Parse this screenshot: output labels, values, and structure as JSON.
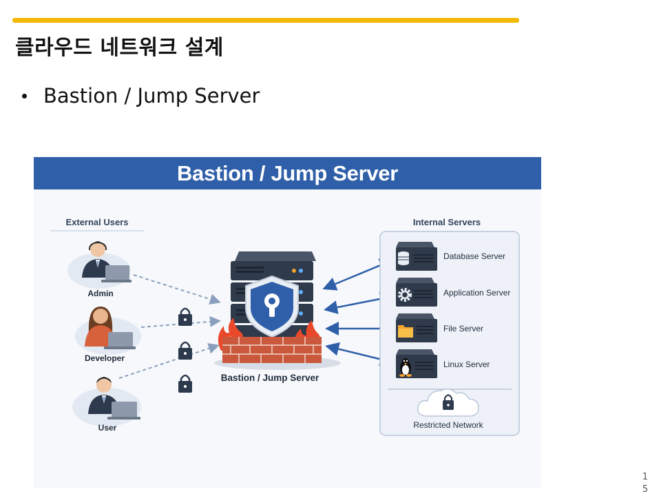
{
  "slide": {
    "title": "클라우드 네트워크 설계",
    "bullet": "Bastion / Jump Server",
    "page_number_line1": "1",
    "page_number_line2": "5",
    "accent_color": "#f5b800"
  },
  "figure": {
    "header": "Bastion / Jump Server",
    "header_color": "#2e5fa8",
    "external_title": "External Users",
    "internal_title": "Internal Servers",
    "users": [
      {
        "label": "Admin",
        "icon": "admin-with-headset-icon"
      },
      {
        "label": "Developer",
        "icon": "developer-icon"
      },
      {
        "label": "User",
        "icon": "user-icon"
      }
    ],
    "bastion_label": "Bastion / Jump Server",
    "servers": [
      {
        "label": "Database Server",
        "icon": "database-icon"
      },
      {
        "label": "Application Server",
        "icon": "gear-icon"
      },
      {
        "label": "File Server",
        "icon": "folder-icon"
      },
      {
        "label": "Linux Server",
        "icon": "penguin-icon"
      }
    ],
    "network_label": "Restricted Network"
  }
}
